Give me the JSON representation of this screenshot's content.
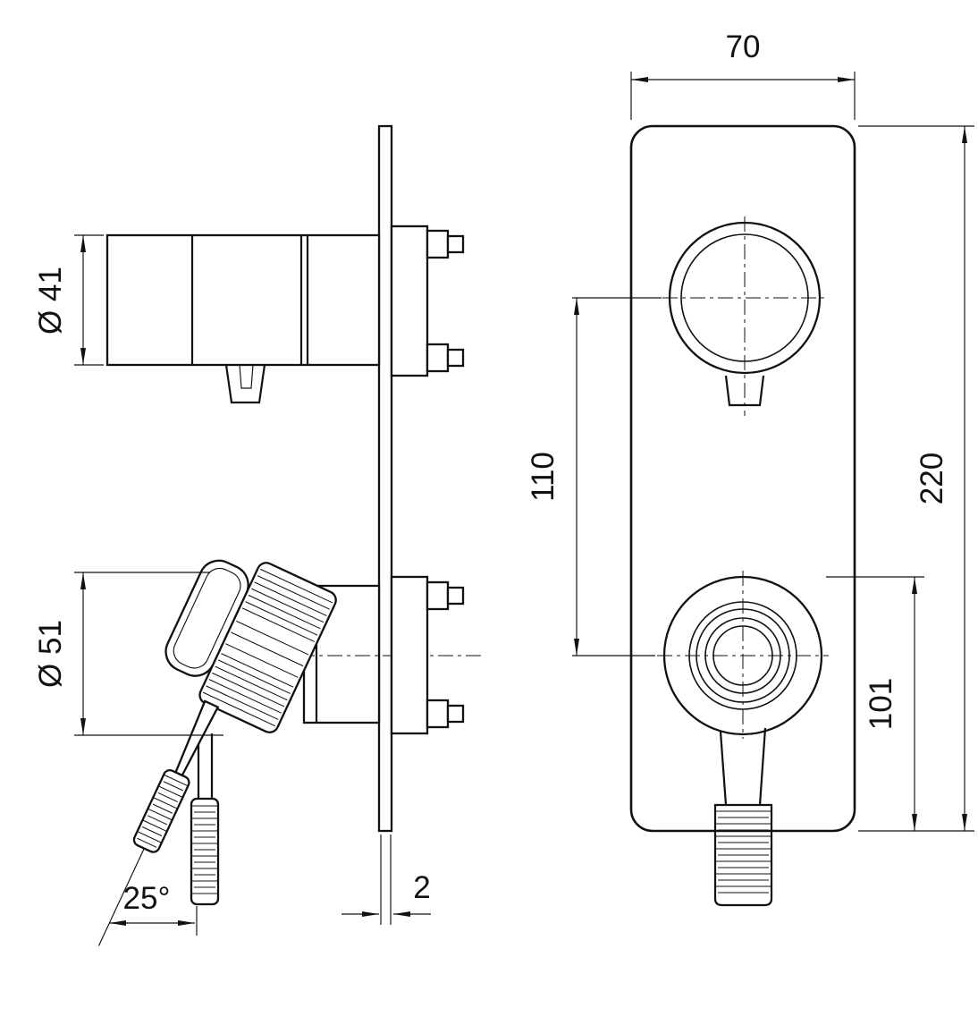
{
  "drawing": {
    "line_color": "#111111",
    "background": "#ffffff",
    "dimensions": {
      "plate_width": "70",
      "plate_height": "220",
      "control_spacing": "110",
      "outlet_offset": "101",
      "top_control_diameter": "Ø 41",
      "diverter_diameter": "Ø 51",
      "lever_angle": "25°",
      "plate_thickness": "2"
    }
  }
}
